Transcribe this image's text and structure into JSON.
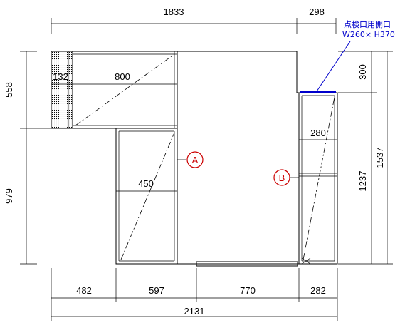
{
  "dimensions": {
    "top_overall": "1833",
    "top_right": "298",
    "left_upper": "558",
    "left_lower": "979",
    "right_overall": "1537",
    "right_upper": "300",
    "right_lower": "1237",
    "bottom_1": "482",
    "bottom_2": "597",
    "bottom_3": "770",
    "bottom_4": "282",
    "bottom_total": "2131"
  },
  "shelf_labels": {
    "shelf_132": "132",
    "shelf_800": "800",
    "shelf_450": "450",
    "shelf_280": "280"
  },
  "note": {
    "line1": "点検口用開口",
    "line2": "W260× H370"
  },
  "markers": {
    "a": "A",
    "b": "B"
  },
  "colors": {
    "note": "#0000cc",
    "marker": "#cc0000"
  }
}
